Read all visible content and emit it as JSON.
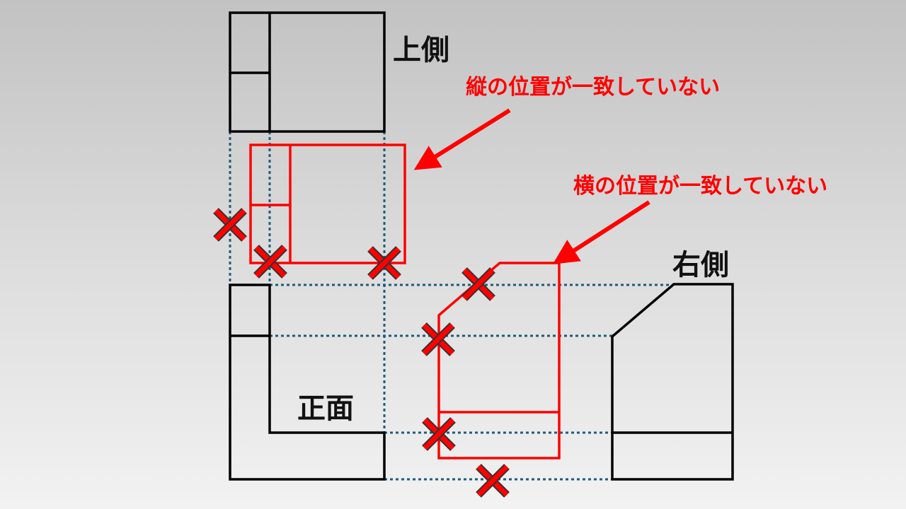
{
  "labels": {
    "top_view": "上側",
    "front_view": "正面",
    "right_view": "右側",
    "vertical_mismatch": "縦の位置が一致していない",
    "horizontal_mismatch": "横の位置が一致していない"
  },
  "colors": {
    "outline": "#000000",
    "error": "#ff0000",
    "guide": "#1f5a7a"
  },
  "icons": {
    "error_mark": "x-mark-icon",
    "pointer": "arrow-icon"
  }
}
